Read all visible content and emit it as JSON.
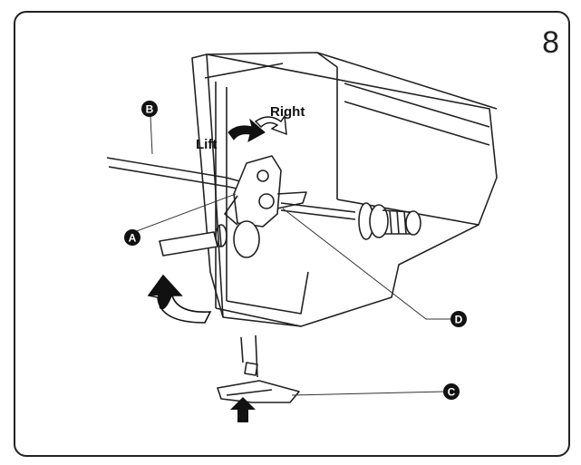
{
  "page_number": "8",
  "labels": {
    "lift": "Lift",
    "right": "Right"
  },
  "callouts": {
    "a": "A",
    "b": "B",
    "c": "C",
    "d": "D"
  }
}
